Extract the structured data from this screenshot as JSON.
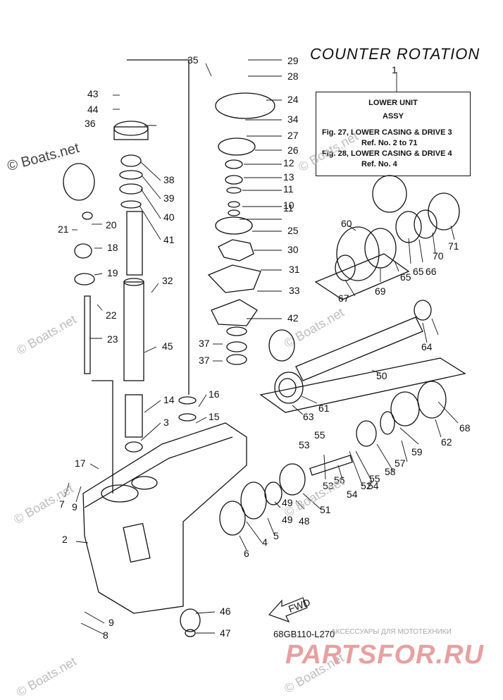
{
  "header": {
    "title": "COUNTER ROTATION"
  },
  "reference": {
    "callout": "1",
    "line1": "LOWER UNIT",
    "line2": "ASSY",
    "line3": "Fig. 27, LOWER CASING & DRIVE 3",
    "line4": "Ref. No. 2 to 71",
    "line5": "Fig. 28, LOWER CASING & DRIVE 4",
    "line6": "Ref. No. 4"
  },
  "watermarks": {
    "brand": "© Boats.net",
    "repeat": "© Boats.net"
  },
  "footer": {
    "diagram_code": "68GB110-L270",
    "fwd_label": "FWD",
    "ru_tagline": "АКСЕССУАРЫ ДЛЯ МОТОТЕХНИКИ",
    "ru_site": "PARTSFOR.RU"
  },
  "parts": [
    "2",
    "3",
    "4",
    "5",
    "6",
    "7",
    "8",
    "9",
    "9",
    "10",
    "11",
    "11",
    "12",
    "13",
    "14",
    "15",
    "16",
    "17",
    "18",
    "19",
    "20",
    "21",
    "22",
    "23",
    "24",
    "25",
    "26",
    "27",
    "28",
    "29",
    "30",
    "31",
    "32",
    "33",
    "34",
    "35",
    "36",
    "37",
    "37",
    "38",
    "39",
    "40",
    "41",
    "42",
    "43",
    "44",
    "45",
    "46",
    "47",
    "48",
    "49",
    "49",
    "50",
    "51",
    "52",
    "53",
    "53",
    "54",
    "54",
    "55",
    "55",
    "56",
    "57",
    "58",
    "59",
    "60",
    "61",
    "62",
    "63",
    "64",
    "65",
    "65",
    "66",
    "67",
    "68",
    "69",
    "70",
    "71"
  ],
  "colors": {
    "ink": "#111111",
    "watermark": "#bdbdbd",
    "ru_site": "#e8a0a0"
  }
}
